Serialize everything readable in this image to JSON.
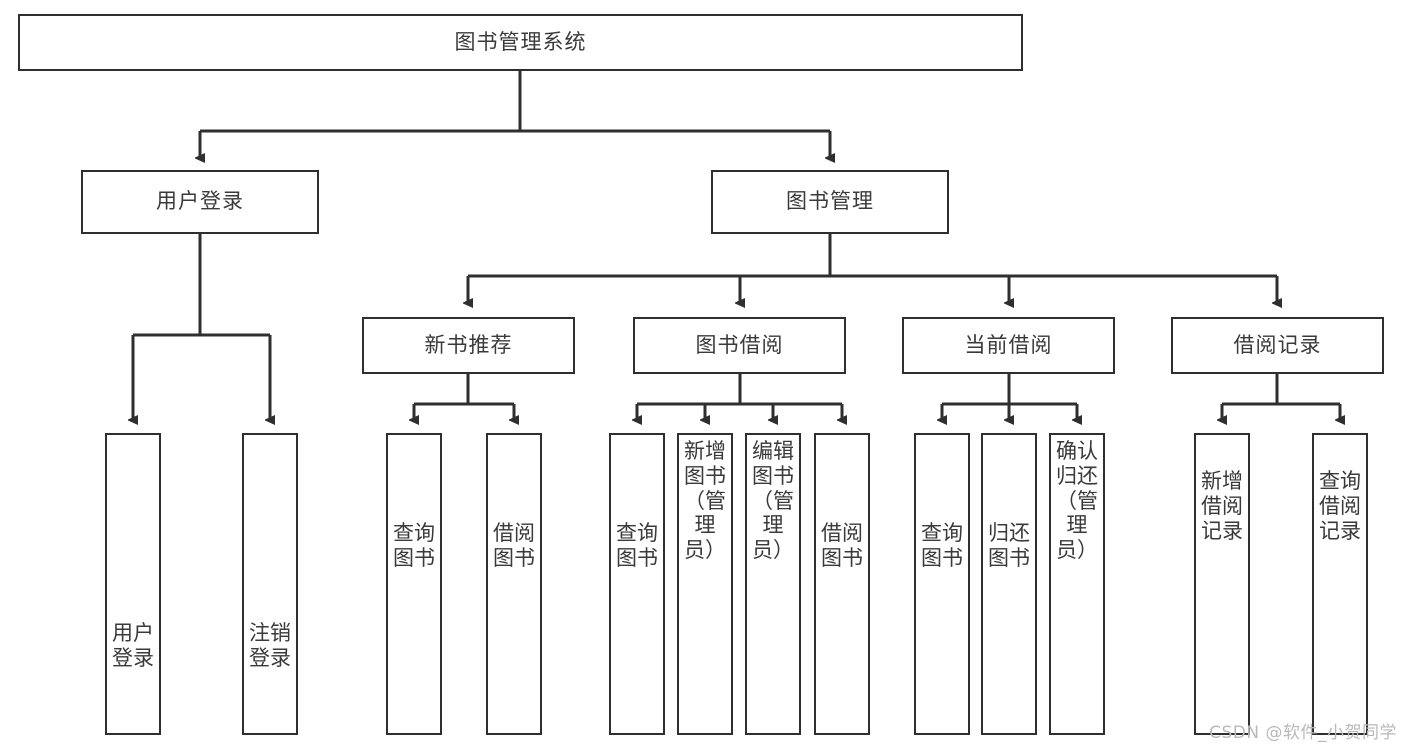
{
  "diagram": {
    "title": "图书管理系统",
    "watermark": "CSDN @软件_小贺同学",
    "root": {
      "label": "图书管理系统"
    },
    "level2": [
      {
        "label": "用户登录"
      },
      {
        "label": "图书管理"
      }
    ],
    "level3": [
      {
        "label": "新书推荐"
      },
      {
        "label": "图书借阅"
      },
      {
        "label": "当前借阅"
      },
      {
        "label": "借阅记录"
      }
    ],
    "leaves": {
      "user_login": [
        {
          "label": "用户登录"
        },
        {
          "label": "注销登录"
        }
      ],
      "new_book_recommend": [
        {
          "label": "查询图书"
        },
        {
          "label": "借阅图书"
        }
      ],
      "book_borrow": [
        {
          "label": "查询图书"
        },
        {
          "label": "新增图书（管理员）"
        },
        {
          "label": "编辑图书（管理员）"
        },
        {
          "label": "借阅图书"
        }
      ],
      "current_borrow": [
        {
          "label": "查询图书"
        },
        {
          "label": "归还图书"
        },
        {
          "label": "确认归还（管理员）"
        }
      ],
      "borrow_record": [
        {
          "label": "新增借阅记录"
        },
        {
          "label": "查询借阅记录"
        }
      ]
    },
    "colors": {
      "stroke": "#2f2f2f",
      "text": "#3a3a3a",
      "background": "#ffffff",
      "watermark": "#b9b9b9"
    }
  }
}
